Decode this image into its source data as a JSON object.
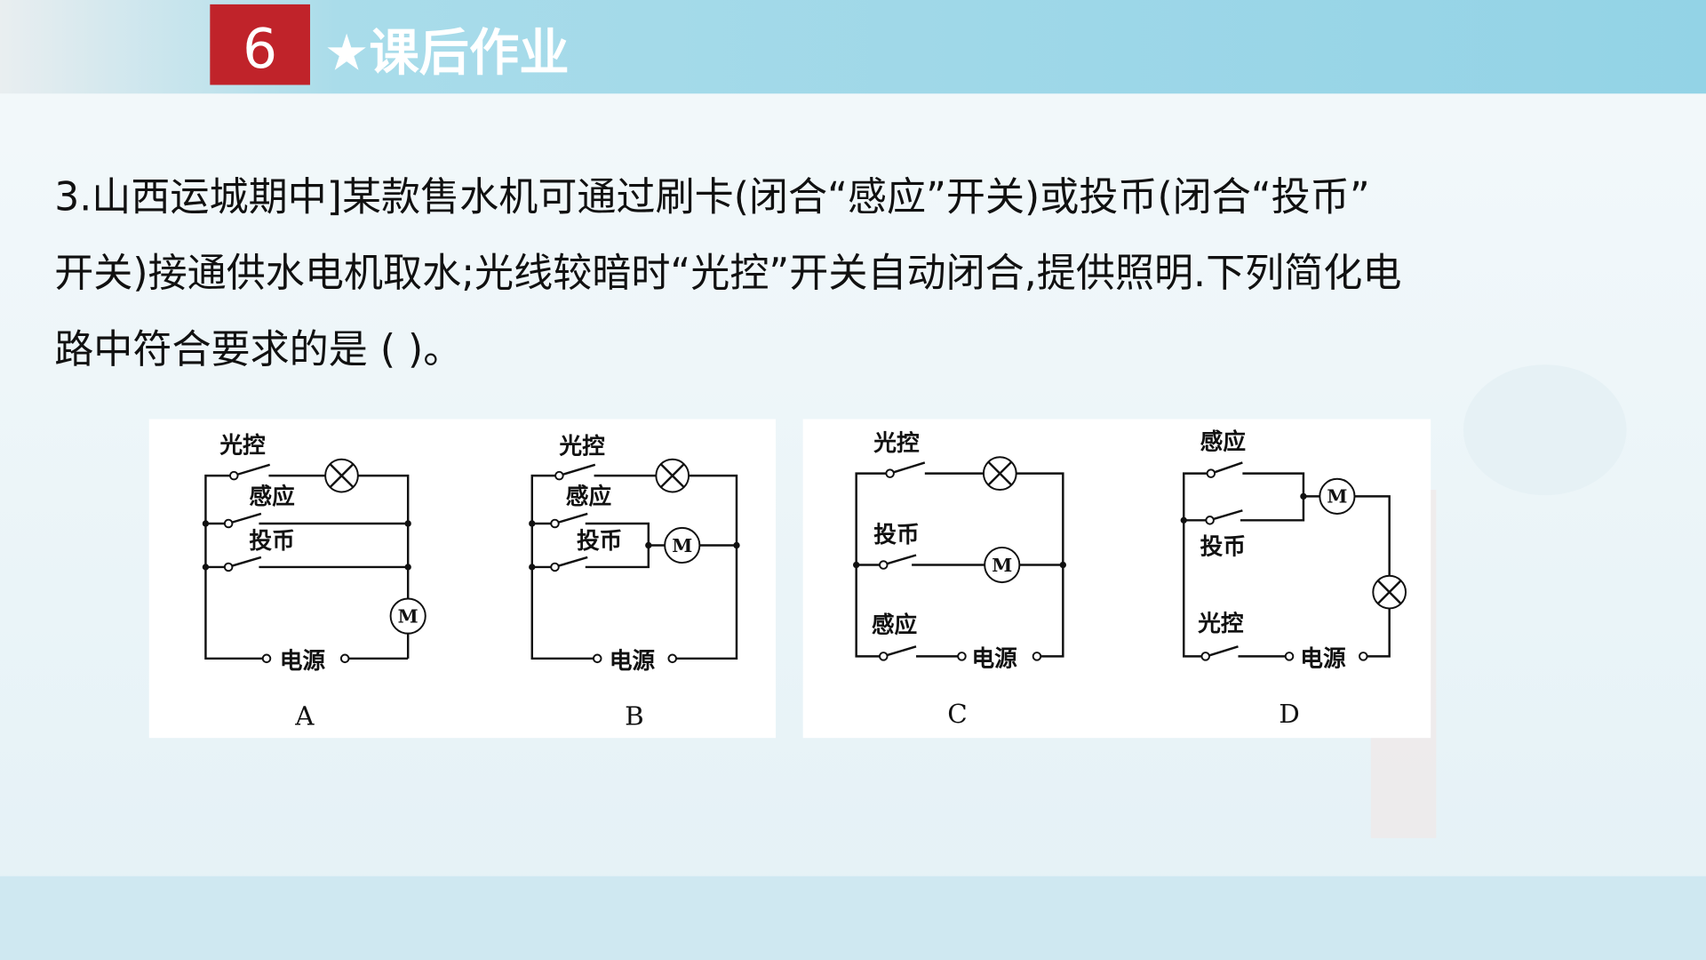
{
  "header": {
    "section_number": "6",
    "title": "★课后作业"
  },
  "question": {
    "lines": [
      "3.山西运城期中]某款售水机可通过刷卡(闭合“感应”开关)或投币(闭合“投币”",
      "开关)接通供水电机取水;光线较暗时“光控”开关自动闭合,提供照明.下列简化电",
      "路中符合要求的是 (        )。"
    ]
  },
  "options": {
    "A": {
      "letter": "A",
      "s1": "光控",
      "s2": "感应",
      "s3": "投币",
      "power": "电源",
      "motor": "M"
    },
    "B": {
      "letter": "B",
      "s1": "光控",
      "s2": "感应",
      "s3": "投币",
      "power": "电源",
      "motor": "M"
    },
    "C": {
      "letter": "C",
      "s1": "光控",
      "s2": "投币",
      "s3": "感应",
      "power": "电源",
      "motor": "M"
    },
    "D": {
      "letter": "D",
      "s1": "感应",
      "s2": "投币",
      "s3": "光控",
      "power": "电源",
      "motor": "M"
    }
  },
  "colors": {
    "header_band": "#9fd8e8",
    "badge": "#c0232a",
    "background": "#eef6fa"
  }
}
